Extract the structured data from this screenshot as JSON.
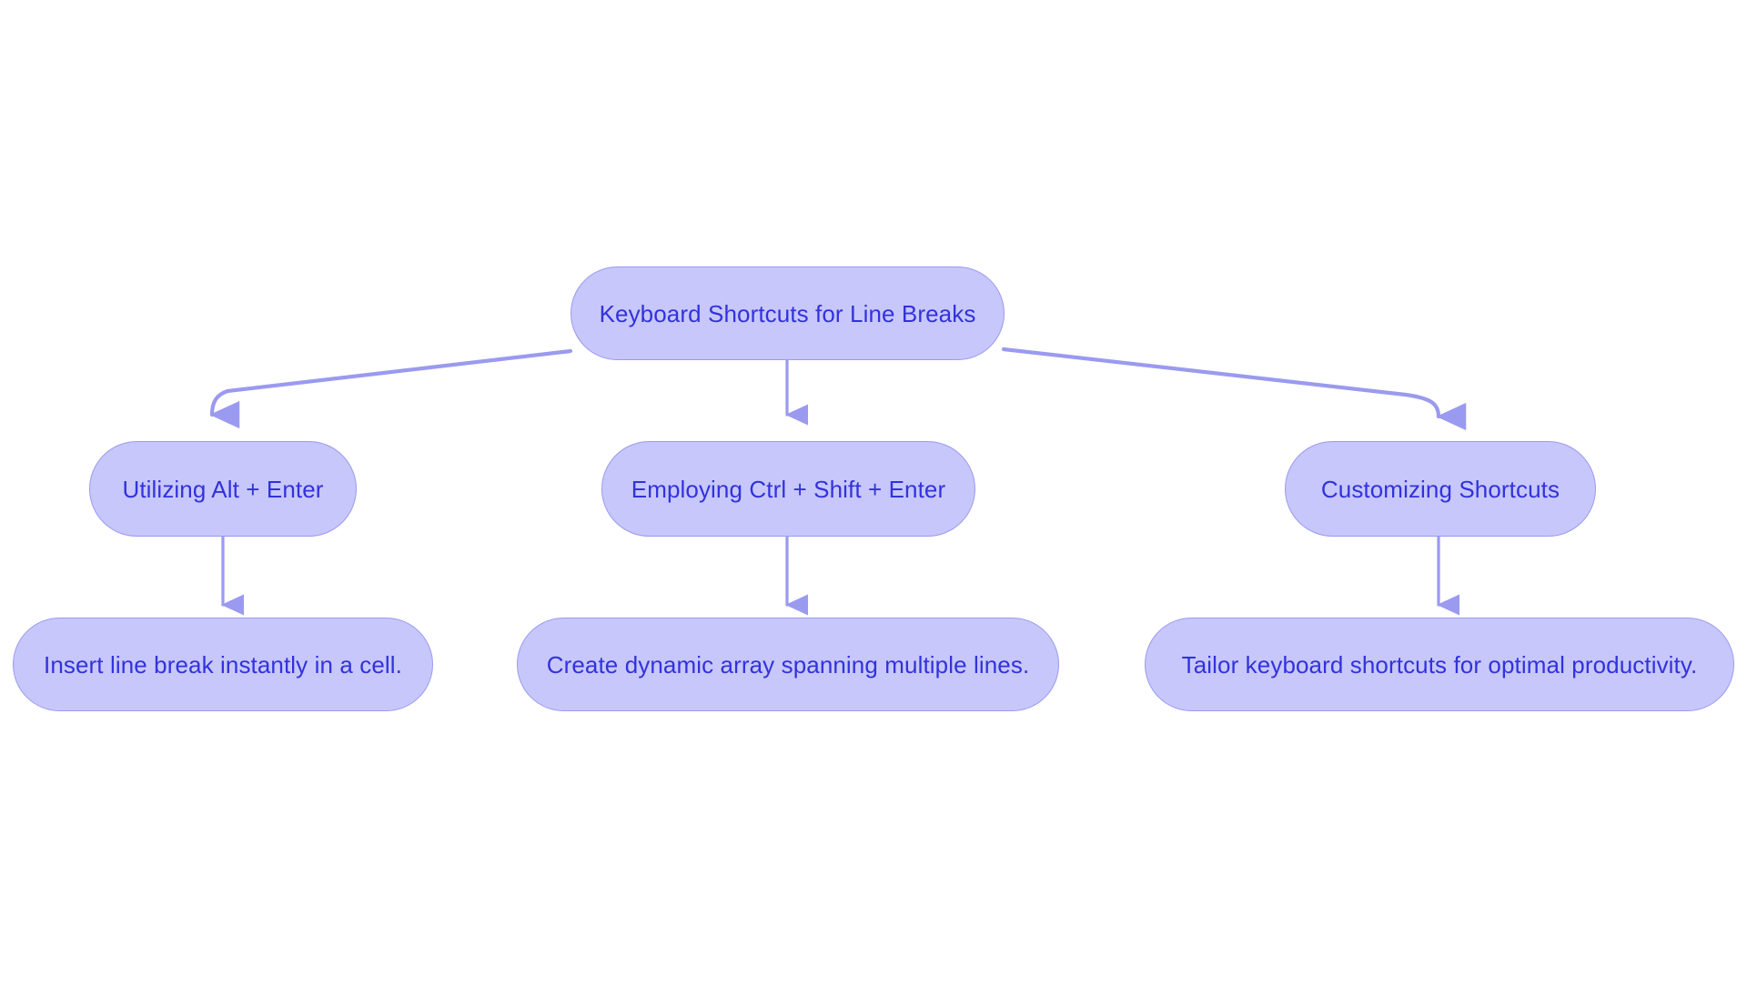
{
  "diagram": {
    "type": "flowchart",
    "orientation": "top-down",
    "background_color": "#ffffff",
    "node_fill_color": "#c7c7fb",
    "node_border_color": "#9a9af0",
    "node_text_color": "#3232dc",
    "edge_color": "#9a9af0",
    "levels": 3,
    "root": {
      "id": "root",
      "label": "Keyboard Shortcuts for Line Breaks"
    },
    "branches": [
      {
        "id": "branch-1",
        "label": "Utilizing Alt + Enter",
        "outcome": {
          "id": "outcome-1",
          "label": "Insert line break instantly in a cell."
        }
      },
      {
        "id": "branch-2",
        "label": "Employing Ctrl + Shift + Enter",
        "outcome": {
          "id": "outcome-2",
          "label": "Create dynamic array spanning multiple lines."
        }
      },
      {
        "id": "branch-3",
        "label": "Customizing Shortcuts",
        "outcome": {
          "id": "outcome-3",
          "label": "Tailor keyboard shortcuts for optimal productivity."
        }
      }
    ],
    "edges": [
      {
        "from": "root",
        "to": "branch-1",
        "style": "curved",
        "arrow": true
      },
      {
        "from": "root",
        "to": "branch-2",
        "style": "straight",
        "arrow": true
      },
      {
        "from": "root",
        "to": "branch-3",
        "style": "curved",
        "arrow": true
      },
      {
        "from": "branch-1",
        "to": "outcome-1",
        "style": "straight",
        "arrow": true
      },
      {
        "from": "branch-2",
        "to": "outcome-2",
        "style": "straight",
        "arrow": true
      },
      {
        "from": "branch-3",
        "to": "outcome-3",
        "style": "straight",
        "arrow": true
      }
    ]
  }
}
